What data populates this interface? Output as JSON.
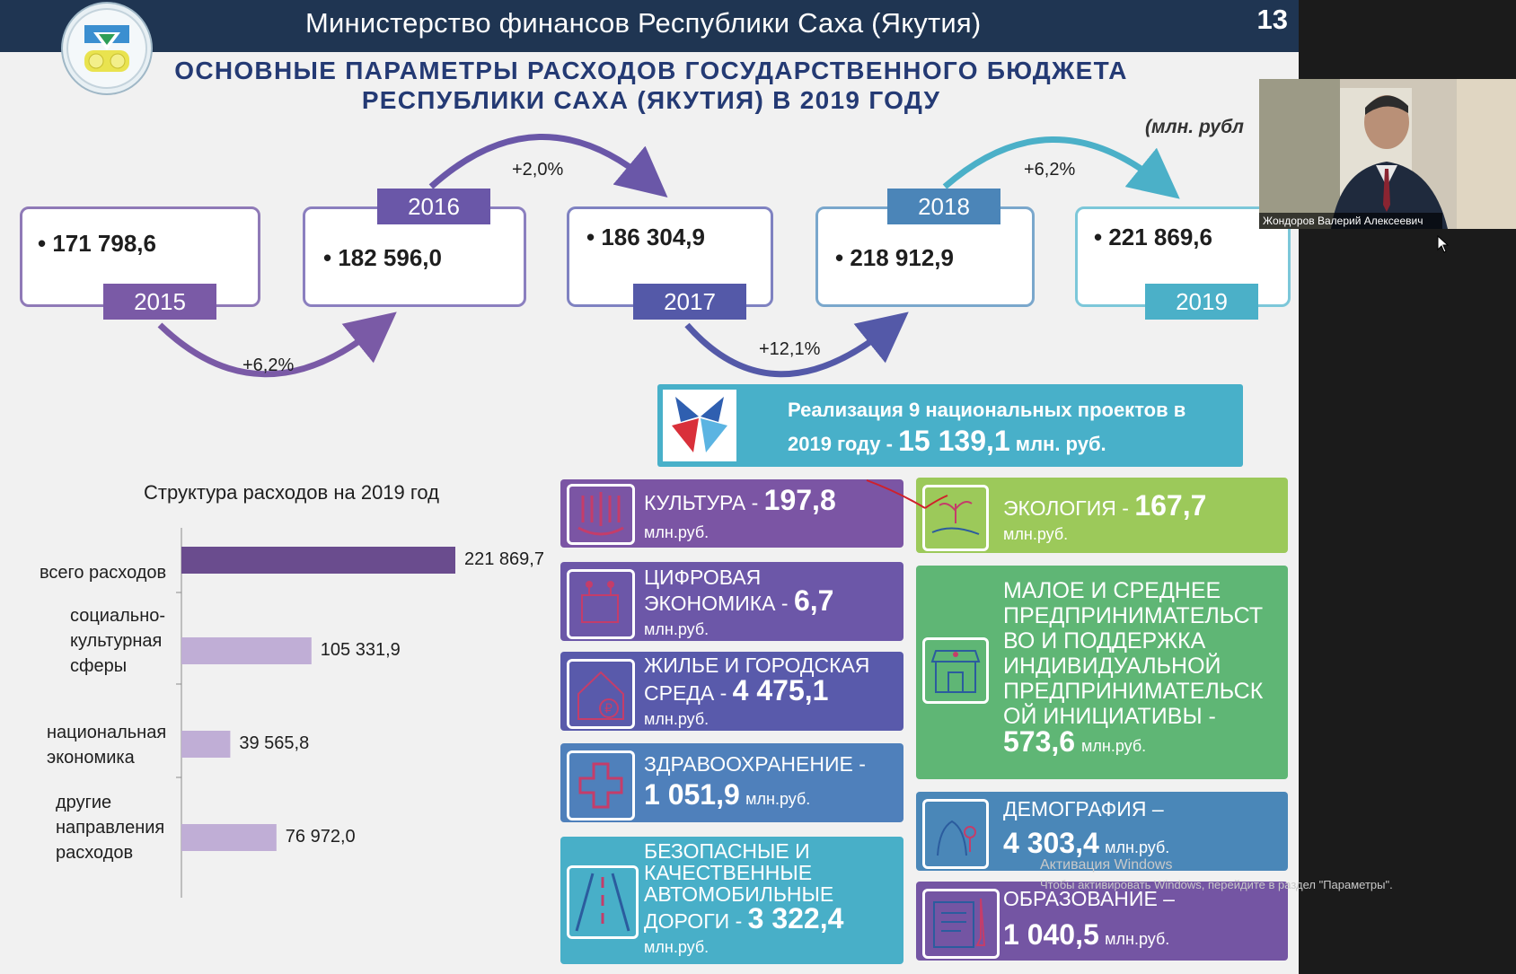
{
  "header": {
    "ministry": "Министерство финансов Республики Саха (Якутия)",
    "page_number": "13"
  },
  "title": {
    "line1": "ОСНОВНЫЕ ПАРАМЕТРЫ РАСХОДОВ ГОСУДАРСТВЕННОГО БЮДЖЕТА",
    "line2": "РЕСПУБЛИКИ САХА (ЯКУТИЯ) В 2019 ГОДУ",
    "units": "(млн. рубл"
  },
  "years": [
    {
      "year": "2015",
      "value": "• 171 798,6",
      "color": "#7a5aa6"
    },
    {
      "year": "2016",
      "value": "• 182 596,0",
      "color": "#6a57a8"
    },
    {
      "year": "2017",
      "value": "• 186 304,9",
      "color": "#5459a8"
    },
    {
      "year": "2018",
      "value": "• 218 912,9",
      "color": "#4b85b8"
    },
    {
      "year": "2019",
      "value": "• 221 869,6",
      "color": "#4bb0c8"
    }
  ],
  "growth": [
    {
      "label": "+6,2%"
    },
    {
      "label": "+2,0%"
    },
    {
      "label": "+12,1%"
    },
    {
      "label": "+6,2%"
    }
  ],
  "national_projects": {
    "text_line1": "Реализация 9 национальных проектов в",
    "text_line2_prefix": "2019 году -",
    "amount": "15 139,1",
    "unit": "млн. руб."
  },
  "projects": {
    "culture": {
      "label": "КУЛЬТУРА",
      "dash": " - ",
      "value": "197,8",
      "unit": "млн.руб.",
      "color": "#7b55a4",
      "icon": "theater-icon"
    },
    "digital": {
      "label1": "ЦИФРОВАЯ",
      "label2": "ЭКОНОМИКА - ",
      "value": "6,7",
      "unit": "млн.руб.",
      "color": "#6c57a8",
      "icon": "circuit-icon"
    },
    "housing": {
      "label1": "ЖИЛЬЕ И ГОРОДСКАЯ",
      "label2": "СРЕДА - ",
      "value": "4 475,1",
      "unit": "млн.руб.",
      "color": "#595aab",
      "icon": "house-ruble-icon"
    },
    "health": {
      "label": "ЗДРАВООХРАНЕНИЕ -",
      "value": "1 051,9",
      "unit": "млн.руб.",
      "color": "#4f80bb",
      "icon": "medical-cross-icon"
    },
    "roads": {
      "label1": "БЕЗОПАСНЫЕ И",
      "label2": "КАЧЕСТВЕННЫЕ",
      "label3": "АВТОМОБИЛЬНЫЕ",
      "label4": "ДОРОГИ - ",
      "value": "3 322,4",
      "unit": "млн.руб.",
      "color": "#48afc8",
      "icon": "road-icon"
    },
    "ecology": {
      "label": "ЭКОЛОГИЯ - ",
      "value": "167,7",
      "unit": "млн.руб.",
      "color": "#9cc95a",
      "icon": "plant-hand-icon"
    },
    "business": {
      "lines": [
        "МАЛОЕ И СРЕДНЕЕ",
        "ПРЕДПРИНИМАТЕЛЬСТ",
        "ВО И ПОДДЕРЖКА",
        "ИНДИВИДУАЛЬНОЙ",
        "ПРЕДПРИНИМАТЕЛЬСК",
        "ОЙ ИНИЦИАТИВЫ -"
      ],
      "value": "573,6",
      "unit": "млн.руб.",
      "color": "#5fb675",
      "icon": "shop-icon"
    },
    "demography": {
      "label": "ДЕМОГРАФИЯ –",
      "value": "4 303,4",
      "unit": "млн.руб.",
      "color": "#4a87b8",
      "icon": "family-icon"
    },
    "education": {
      "label": "ОБРАЗОВАНИЕ –",
      "value": "1 040,5",
      "unit": "млн.руб.",
      "color": "#7455a3",
      "icon": "book-pen-icon"
    }
  },
  "chart_data": {
    "type": "bar",
    "orientation": "horizontal",
    "title": "Структура расходов на 2019 год",
    "categories": [
      "всего расходов",
      "социально-культурная сферы",
      "национальная экономика",
      "другие направления расходов"
    ],
    "category_lines": [
      [
        "всего расходов"
      ],
      [
        "социально-",
        "культурная",
        "сферы"
      ],
      [
        "национальная",
        "экономика"
      ],
      [
        "другие",
        "направления",
        "расходов"
      ]
    ],
    "values": [
      221869.7,
      105331.9,
      39565.8,
      76972.0
    ],
    "value_labels": [
      "221 869,7",
      "105 331,9",
      "39 565,8",
      "76 972,0"
    ],
    "bar_colors": [
      "#6a4c8e",
      "#c0aed6",
      "#c0aed6",
      "#c0aed6"
    ],
    "grid": false
  },
  "webcam": {
    "caption": "Жондоров Валерий Алексеевич"
  },
  "os_watermark": {
    "line1": "Активация Windows",
    "line2": "Чтобы активировать Windows, перейдите в раздел \"Параметры\"."
  }
}
